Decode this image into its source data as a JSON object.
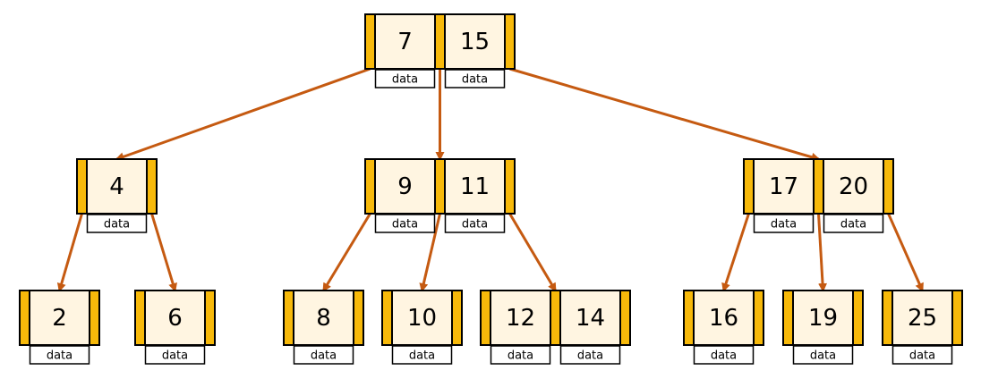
{
  "colors": {
    "key_fill": "#FFF5E1",
    "pointer_fill": "#F7B90A",
    "stroke": "#000000",
    "edge": "#C55A11"
  },
  "data_label": "data",
  "nodes": [
    {
      "id": "root",
      "keys": [
        "7",
        "15"
      ]
    },
    {
      "id": "n4",
      "keys": [
        "4"
      ]
    },
    {
      "id": "n9",
      "keys": [
        "9",
        "11"
      ]
    },
    {
      "id": "n17",
      "keys": [
        "17",
        "20"
      ]
    },
    {
      "id": "n2",
      "keys": [
        "2"
      ]
    },
    {
      "id": "n6",
      "keys": [
        "6"
      ]
    },
    {
      "id": "n8",
      "keys": [
        "8"
      ]
    },
    {
      "id": "n10",
      "keys": [
        "10"
      ]
    },
    {
      "id": "n12",
      "keys": [
        "12",
        "14"
      ]
    },
    {
      "id": "n16",
      "keys": [
        "16"
      ]
    },
    {
      "id": "n19",
      "keys": [
        "19"
      ]
    },
    {
      "id": "n25",
      "keys": [
        "25"
      ]
    }
  ],
  "edges": [
    {
      "from": "root",
      "ptr": 0,
      "to": "n4"
    },
    {
      "from": "root",
      "ptr": 1,
      "to": "n9"
    },
    {
      "from": "root",
      "ptr": 2,
      "to": "n17"
    },
    {
      "from": "n4",
      "ptr": 0,
      "to": "n2"
    },
    {
      "from": "n4",
      "ptr": 1,
      "to": "n6"
    },
    {
      "from": "n9",
      "ptr": 0,
      "to": "n8"
    },
    {
      "from": "n9",
      "ptr": 1,
      "to": "n10"
    },
    {
      "from": "n9",
      "ptr": 2,
      "to": "n12"
    },
    {
      "from": "n17",
      "ptr": 0,
      "to": "n16"
    },
    {
      "from": "n17",
      "ptr": 1,
      "to": "n19"
    },
    {
      "from": "n17",
      "ptr": 2,
      "to": "n25"
    }
  ]
}
